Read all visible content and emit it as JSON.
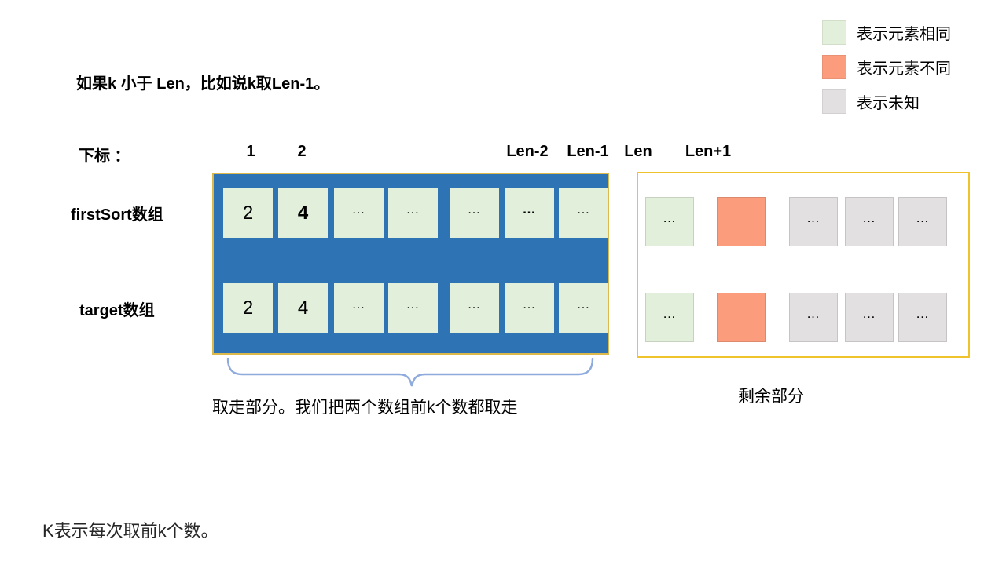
{
  "title": "如果k 小于 Len，比如说k取Len-1。",
  "legend": {
    "items": [
      {
        "name": "same",
        "label": "表示元素相同",
        "color": "#E2EFDA"
      },
      {
        "name": "different",
        "label": "表示元素不同",
        "color": "#FB9D7D"
      },
      {
        "name": "unknown",
        "label": "表示未知",
        "color": "#E2E0E0"
      }
    ]
  },
  "index_row": {
    "label": "下标 ：",
    "ticks": [
      "1",
      "2",
      "Len-2",
      "Len-1",
      "Len",
      "Len+1"
    ]
  },
  "arrays": {
    "first": {
      "label": "firstSort数组",
      "taken_cells": [
        {
          "text": "2"
        },
        {
          "text": "4",
          "bold": true
        },
        {
          "text": "…"
        },
        {
          "text": "…"
        },
        {
          "text": "…"
        },
        {
          "text": "…",
          "bold": true
        },
        {
          "text": "…"
        }
      ],
      "remaining_cells": [
        {
          "text": "…",
          "type": "same"
        },
        {
          "text": "",
          "type": "different"
        },
        {
          "text": "…",
          "type": "unknown"
        },
        {
          "text": "…",
          "type": "unknown"
        },
        {
          "text": "…",
          "type": "unknown"
        }
      ]
    },
    "target": {
      "label": "target数组",
      "taken_cells": [
        {
          "text": "2"
        },
        {
          "text": "4"
        },
        {
          "text": "…"
        },
        {
          "text": "…"
        },
        {
          "text": "…"
        },
        {
          "text": "…"
        },
        {
          "text": "…"
        }
      ],
      "remaining_cells": [
        {
          "text": "…",
          "type": "same"
        },
        {
          "text": "",
          "type": "different"
        },
        {
          "text": "…",
          "type": "unknown"
        },
        {
          "text": "…",
          "type": "unknown"
        },
        {
          "text": "…",
          "type": "unknown"
        }
      ]
    }
  },
  "captions": {
    "taken": "取走部分。我们把两个数组前k个数都取走",
    "remaining": "剩余部分"
  },
  "footer": "K表示每次取前k个数。",
  "colors": {
    "taken_bg": "#2E74B5",
    "taken_border": "#DDB84A",
    "panel_border": "#EFC32B",
    "same": "#E2EFDA",
    "different": "#FB9D7D",
    "unknown": "#E2E0E0",
    "brace": "#8FAADC"
  }
}
